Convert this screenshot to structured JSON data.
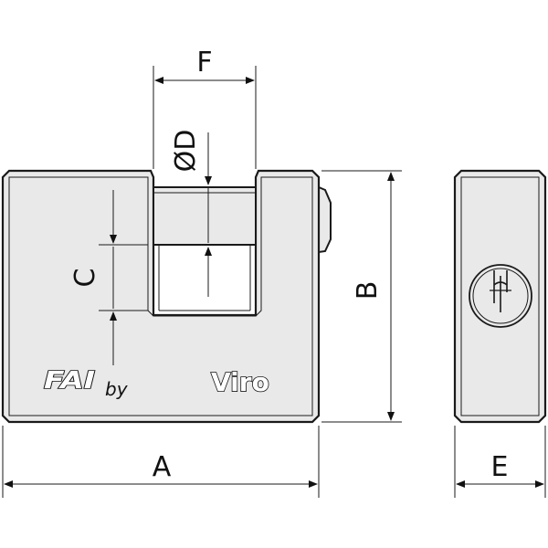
{
  "dimensions": {
    "A": "A",
    "B": "B",
    "C": "C",
    "D": "ØD",
    "E": "E",
    "F": "F"
  },
  "branding": {
    "logo": "FAI",
    "connector": "by",
    "name": "Viro"
  },
  "colors": {
    "body_fill": "#e9e9e9",
    "line": "#1a1a1a",
    "background": "#ffffff"
  },
  "icons": {
    "keyhole": "keyhole-icon"
  }
}
